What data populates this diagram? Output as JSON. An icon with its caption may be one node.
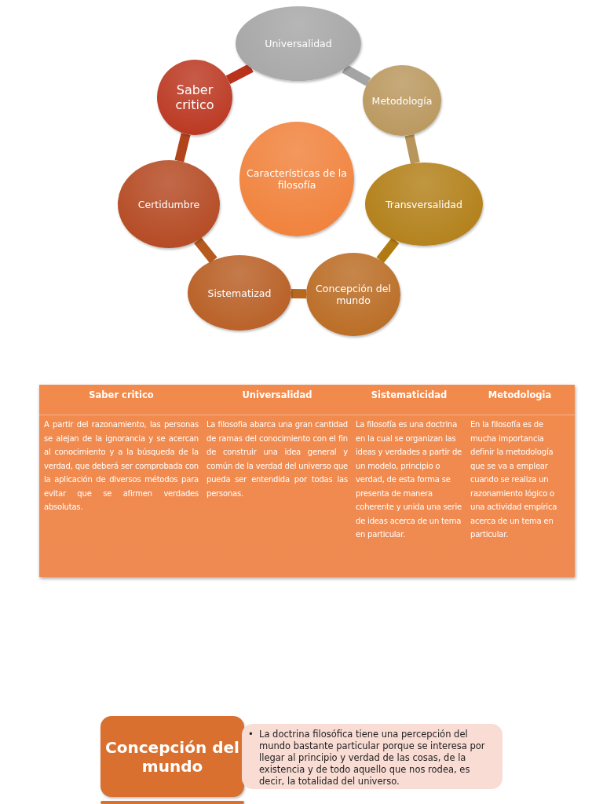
{
  "diagram": {
    "nodes": [
      {
        "text": [
          "Universalidad"
        ]
      },
      {
        "text": [
          "Saber critico"
        ]
      },
      {
        "text": [
          "Metodología"
        ]
      },
      {
        "text": [
          "Características de la filosofía"
        ]
      },
      {
        "text": [
          "Certidumbre"
        ]
      },
      {
        "text": [
          "Transversalidad"
        ]
      },
      {
        "text": [
          "Sistematizad"
        ]
      },
      {
        "text": [
          "Concepción del mundo"
        ]
      },
      {
        "text": [
          "Concepción del mundo"
        ]
      },
      {
        "text": [
          "•",
          "La doctrina filosófica tiene una percepción del mundo bastante particular porque se interesa por llegar al principio y verdad de las cosas, de la existencia y de todo aquello que nos rodea, es decir, la totalidad del universo."
        ]
      },
      {
        "text": [],
        "shape": "box"
      }
    ],
    "edges": [
      {
        "from": 0,
        "to": 2,
        "arrow": "none",
        "color": "#a4a4a4"
      },
      {
        "from": 2,
        "to": 5,
        "arrow": "none",
        "color": "#b8955a"
      },
      {
        "from": 5,
        "to": 7,
        "arrow": "none",
        "color": "#b07c12"
      },
      {
        "from": 7,
        "to": 6,
        "arrow": "none",
        "color": "#b8681e"
      },
      {
        "from": 6,
        "to": 4,
        "arrow": "none",
        "color": "#b65a1e"
      },
      {
        "from": 4,
        "to": 1,
        "arrow": "none",
        "color": "#b2441c"
      },
      {
        "from": 1,
        "to": 0,
        "arrow": "none",
        "color": "#b9321b"
      }
    ],
    "labels": [
      "Saber critico",
      "Universalidad",
      "Sistematicidad",
      "Metodologia",
      "A partir del razonamiento, las personas se alejan de la ignorancia y se acercan al conocimiento y a la búsqueda de la verdad, que deberá ser comprobada con la aplicación de diversos métodos para evitar que se afirmen verdades absolutas.",
      "La filosofia abarca una gran cantidad de ramas del conocimiento con el fin de construir una idea general y común de la verdad del universo que pueda ser entendida por todas las personas.",
      "La filosofía es una doctrina en la cual se organizan las ideas y verdades a partir de un modelo, principio o verdad, de esta forma se presenta de manera coherente y unida una serie de ideas acerca de un tema en particular.",
      "En la filosofía es de mucha importancia definir la metodología que se va a emplear cuando se realiza un razonamiento lógico o una actividad empírica acerca de un tema en particular."
    ]
  }
}
